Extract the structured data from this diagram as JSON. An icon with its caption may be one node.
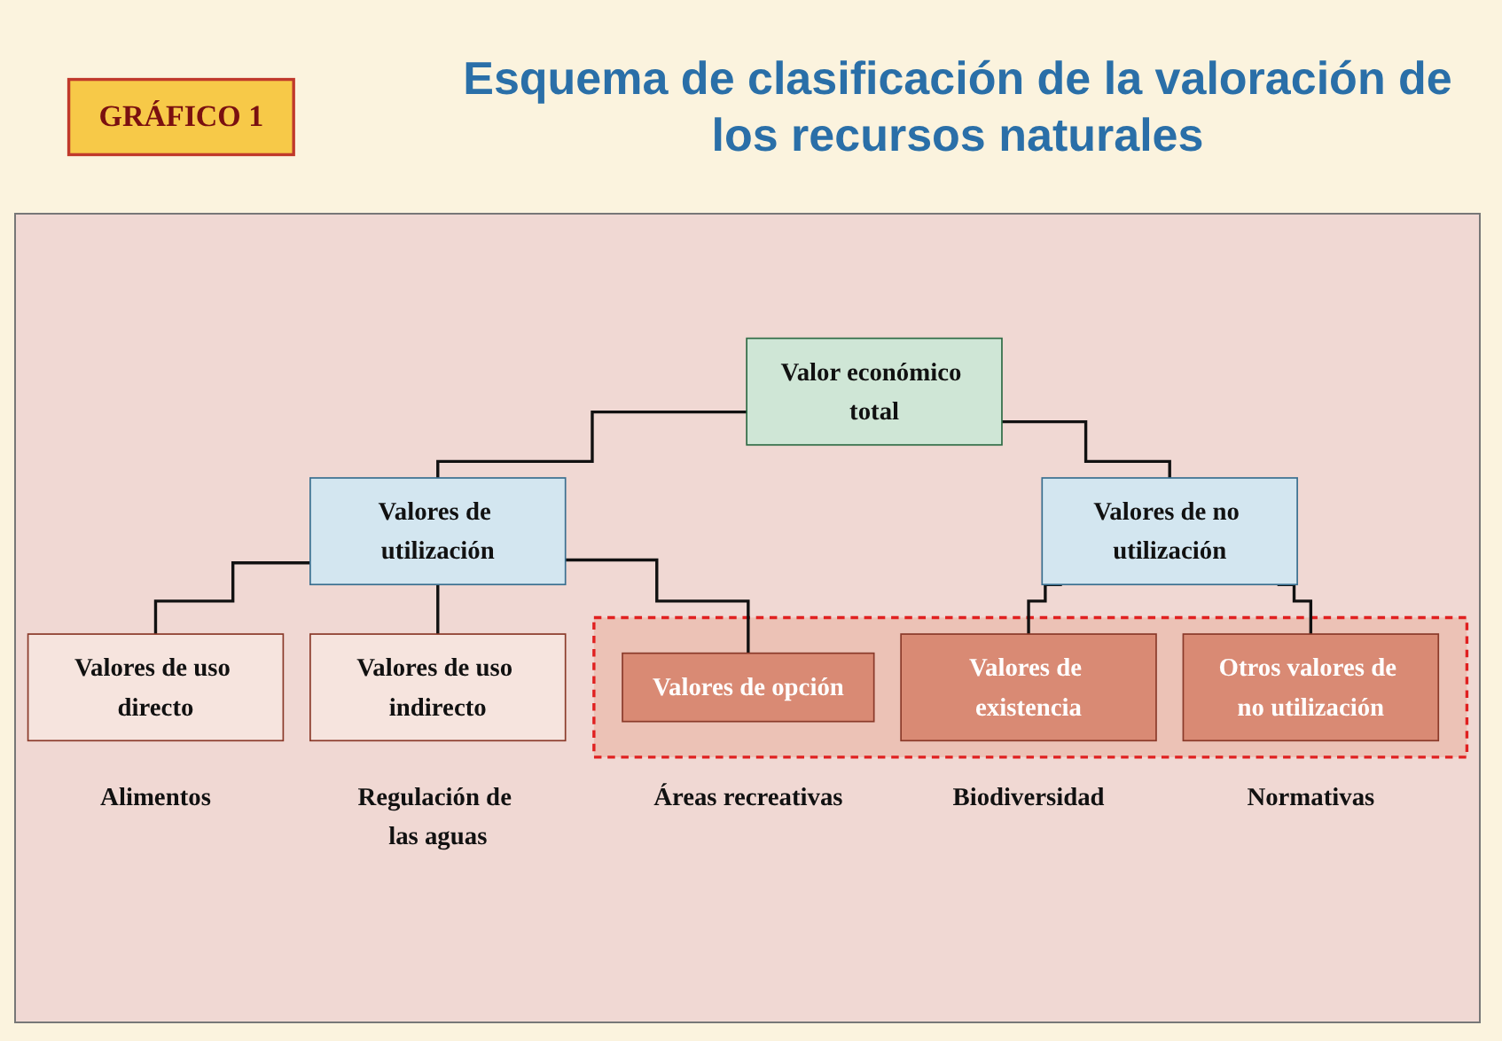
{
  "diagram": {
    "title": "Esquema de clasificación de la valoración de los recursos naturales",
    "nodes": [
      {
        "text": [
          "GRÁFICO 1"
        ]
      },
      {
        "text": [
          "Valor económico total"
        ]
      },
      {
        "text": [
          "Valores de utilización"
        ]
      },
      {
        "text": [
          "Valores de no utilización"
        ]
      },
      {
        "text": [
          "Valores de uso directo"
        ],
        "beside": [
          "Alimentos"
        ]
      },
      {
        "text": [
          "Valores de uso indirecto"
        ],
        "beside": [
          "Regulación de las aguas"
        ]
      },
      {
        "text": [],
        "shape": "box"
      },
      {
        "text": [
          "Valores de opción"
        ],
        "in": 6,
        "beside": [
          "Áreas recreativas"
        ]
      },
      {
        "text": [
          "Valores de existencia"
        ],
        "in": 6,
        "beside": [
          "Biodiversidad"
        ]
      },
      {
        "text": [
          "Otros valores de no utilización"
        ],
        "in": 6,
        "beside": [
          "Normativas"
        ]
      }
    ],
    "edges": [
      {
        "from": 1,
        "to": 2,
        "arrow": "none"
      },
      {
        "from": 1,
        "to": 3,
        "arrow": "none"
      },
      {
        "from": 2,
        "to": 4,
        "arrow": "none"
      },
      {
        "from": 2,
        "to": 5,
        "arrow": "none"
      },
      {
        "from": 2,
        "to": 7,
        "arrow": "none"
      },
      {
        "from": 3,
        "to": 8,
        "arrow": "none"
      },
      {
        "from": 3,
        "to": 9,
        "arrow": "none"
      }
    ]
  }
}
